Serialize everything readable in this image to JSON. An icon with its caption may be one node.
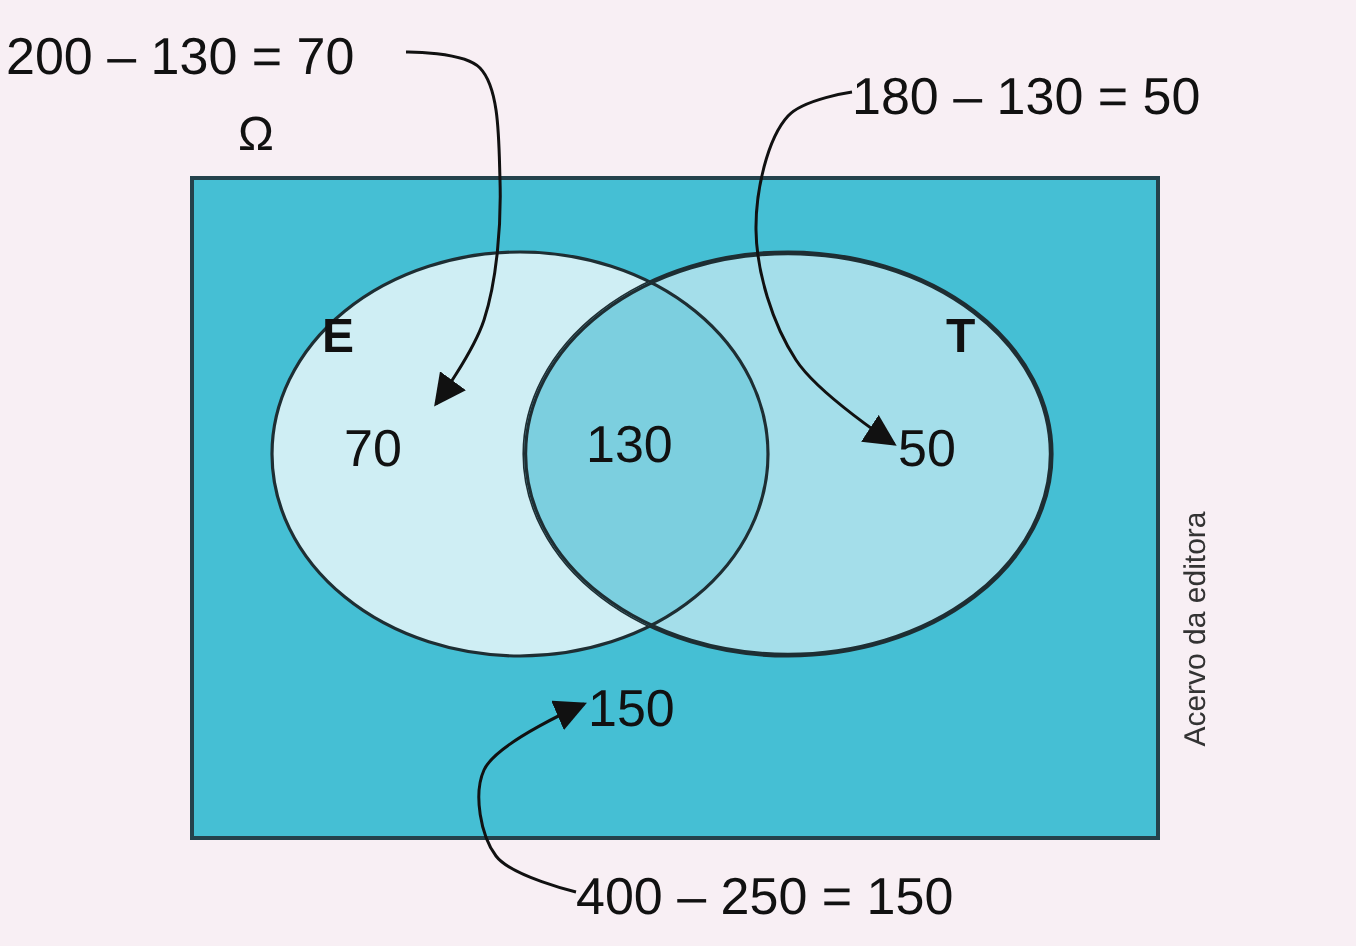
{
  "diagram": {
    "nodes": [
      {
        "text": [
          "Ω"
        ]
      },
      {
        "text": [
          "E"
        ],
        "in": 0
      },
      {
        "text": [
          "T"
        ],
        "in": 0
      },
      {
        "text": [
          "70"
        ],
        "in": 1
      },
      {
        "text": [
          "130"
        ]
      },
      {
        "text": [
          "50"
        ],
        "in": 2
      },
      {
        "text": [
          "150"
        ],
        "in": 0
      },
      {
        "text": [
          "200 – 130 = 70"
        ]
      },
      {
        "text": [
          "180 – 130 = 50"
        ]
      },
      {
        "text": [
          "400 – 250 = 150"
        ]
      }
    ],
    "edges": [
      {
        "from": 7,
        "to": 3,
        "arrow": "to"
      },
      {
        "from": 8,
        "to": 5,
        "arrow": "to"
      },
      {
        "from": 9,
        "to": 6,
        "arrow": "to"
      }
    ],
    "labels": [
      "Acervo da editora"
    ]
  }
}
